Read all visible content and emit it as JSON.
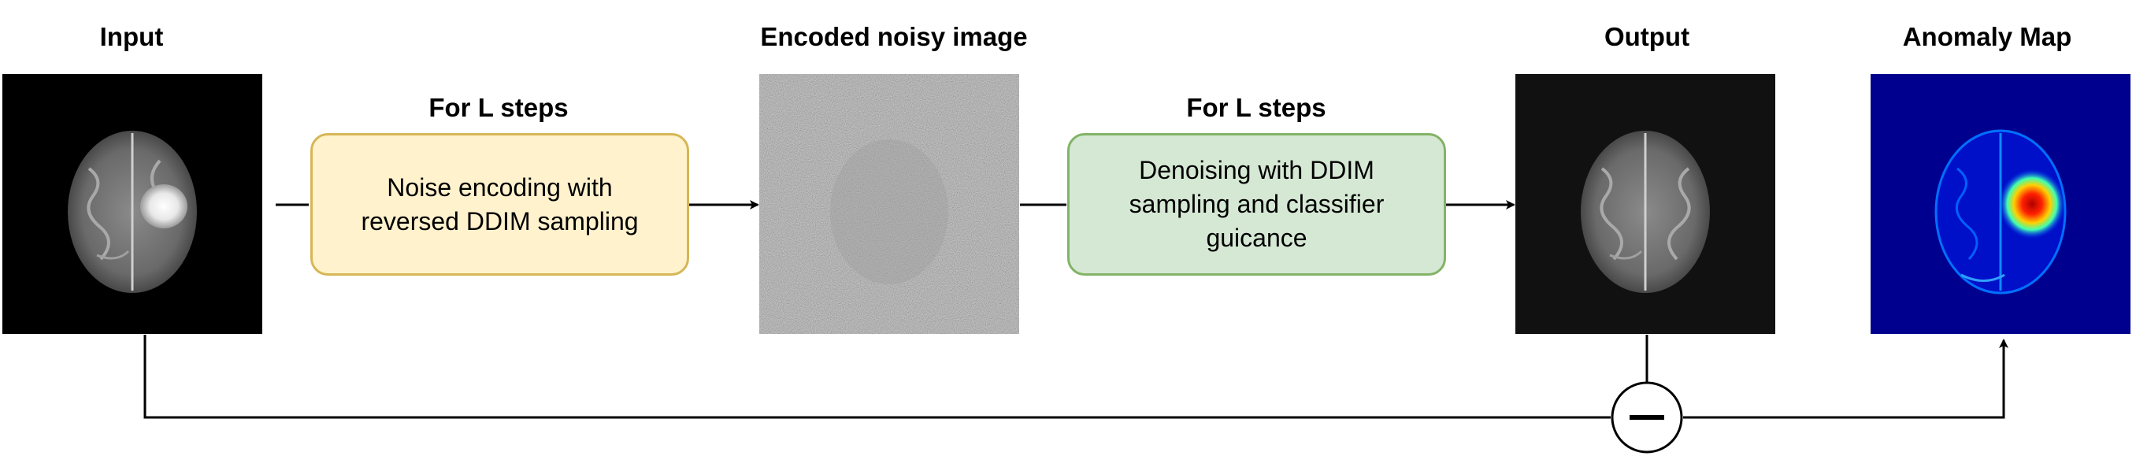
{
  "labels": {
    "input": "Input",
    "encoded": "Encoded noisy image",
    "output": "Output",
    "anomaly": "Anomaly Map"
  },
  "steps": [
    {
      "heading": "For L steps",
      "text_lines": [
        "Noise encoding with",
        "reversed DDIM sampling"
      ]
    },
    {
      "heading": "For L steps",
      "text_lines": [
        "Denoising with DDIM",
        "sampling and classifier",
        "guicance"
      ]
    }
  ],
  "operator": {
    "symbol": "minus",
    "name": "subtraction"
  },
  "colors": {
    "step1_fill": "#fff2cc",
    "step1_border": "#d6b656",
    "step2_fill": "#d5e8d4",
    "step2_border": "#82b366",
    "line": "#000000",
    "anomaly_background": "#00008f"
  },
  "images": {
    "input": "brain MRI slice with bright tumor",
    "encoded": "noisy gray image",
    "output": "reconstructed healthy brain MRI slice",
    "anomaly": "jet colormap anomaly heatmap"
  }
}
